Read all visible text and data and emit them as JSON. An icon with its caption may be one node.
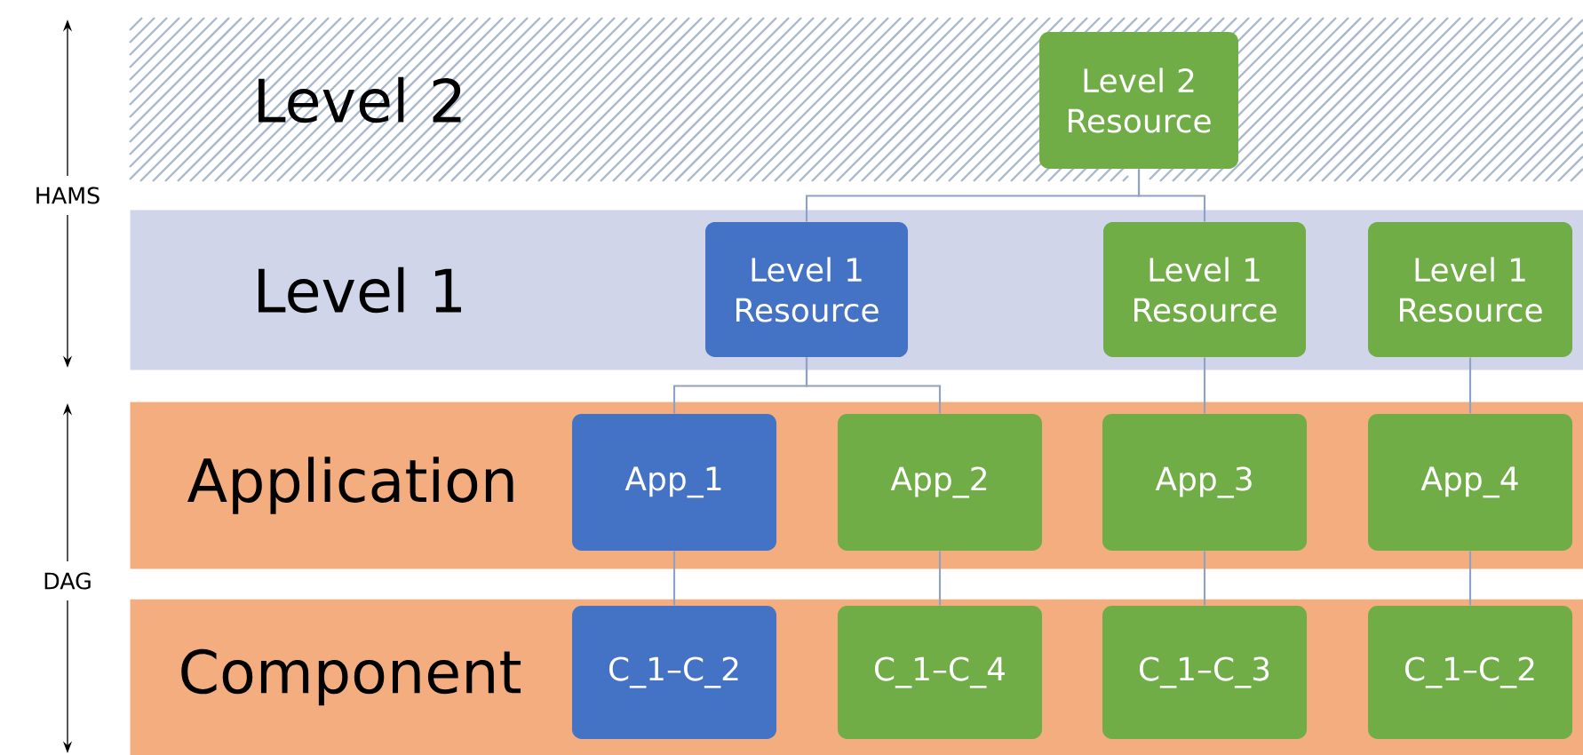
{
  "diagram": {
    "nodes": [
      {
        "text": [
          "Level 2"
        ]
      },
      {
        "text": [
          "Level 2 Resource"
        ],
        "in": 0
      },
      {
        "text": [
          "Level 1"
        ]
      },
      {
        "text": [
          "Level 1 Resource"
        ],
        "in": 2
      },
      {
        "text": [
          "Level 1 Resource"
        ],
        "in": 2
      },
      {
        "text": [
          "Level 1 Resource"
        ],
        "in": 2
      },
      {
        "text": [
          "Application"
        ]
      },
      {
        "text": [
          "App_1"
        ],
        "in": 6
      },
      {
        "text": [
          "App_2"
        ],
        "in": 6
      },
      {
        "text": [
          "App_3"
        ],
        "in": 6
      },
      {
        "text": [
          "App_4"
        ],
        "in": 6
      },
      {
        "text": [
          "Component"
        ]
      },
      {
        "text": [
          "C_1–C_2"
        ],
        "in": 11
      },
      {
        "text": [
          "C_1–C_4"
        ],
        "in": 11
      },
      {
        "text": [
          "C_1–C_3"
        ],
        "in": 11
      },
      {
        "text": [
          "C_1–C_2"
        ],
        "in": 11
      }
    ],
    "edges": [
      {
        "from": 1,
        "to": 3,
        "arrow": "none"
      },
      {
        "from": 1,
        "to": 4,
        "arrow": "none"
      },
      {
        "from": 3,
        "to": 7,
        "arrow": "none"
      },
      {
        "from": 3,
        "to": 8,
        "arrow": "none"
      },
      {
        "from": 4,
        "to": 9,
        "arrow": "none"
      },
      {
        "from": 5,
        "to": 10,
        "arrow": "none"
      },
      {
        "from": 7,
        "to": 12,
        "arrow": "none"
      },
      {
        "from": 8,
        "to": 13,
        "arrow": "none"
      },
      {
        "from": 9,
        "to": 14,
        "arrow": "none"
      },
      {
        "from": 10,
        "to": 15,
        "arrow": "none"
      }
    ],
    "labels": [
      "HAMS",
      "DAG"
    ]
  }
}
